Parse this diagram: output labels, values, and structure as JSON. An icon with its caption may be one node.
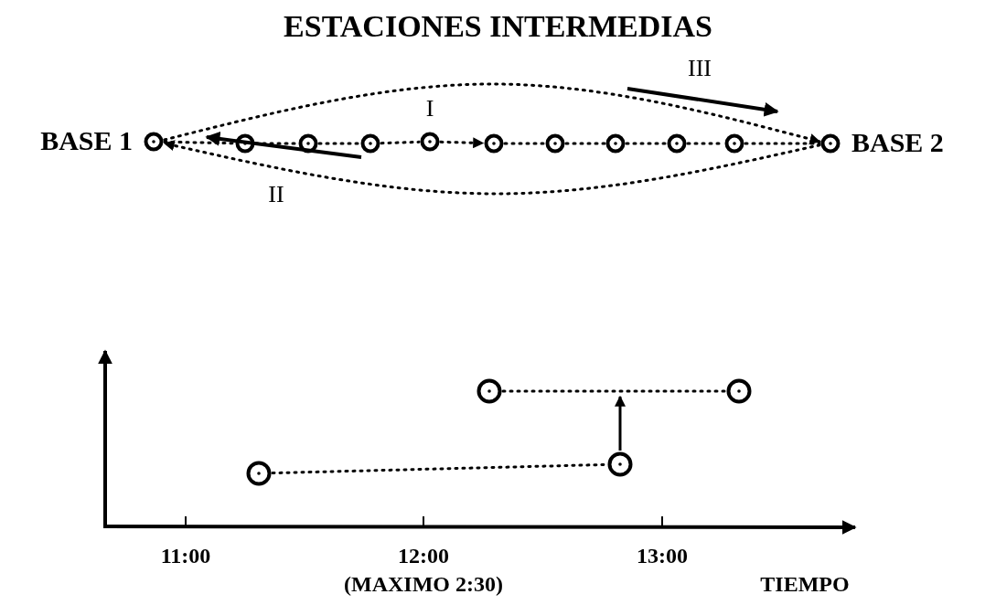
{
  "diagram": {
    "title": "ESTACIONES INTERMEDIAS",
    "nodes": [
      {
        "text": [],
        "shape": "circle",
        "beside": [
          "BASE 1"
        ]
      },
      {
        "text": [],
        "shape": "circle"
      },
      {
        "text": [],
        "shape": "circle"
      },
      {
        "text": [],
        "shape": "circle"
      },
      {
        "text": [],
        "shape": "circle"
      },
      {
        "text": [],
        "shape": "circle"
      },
      {
        "text": [],
        "shape": "circle"
      },
      {
        "text": [],
        "shape": "circle"
      },
      {
        "text": [],
        "shape": "circle"
      },
      {
        "text": [],
        "shape": "circle"
      },
      {
        "text": [],
        "shape": "circle",
        "beside": [
          "BASE 2"
        ]
      },
      {
        "text": [],
        "shape": "circle"
      },
      {
        "text": [],
        "shape": "circle"
      },
      {
        "text": [],
        "shape": "circle"
      },
      {
        "text": [],
        "shape": "circle"
      }
    ],
    "edges": [
      {
        "from": 0,
        "to": 1,
        "arrow": "none",
        "style": "dashed"
      },
      {
        "from": 1,
        "to": 2,
        "arrow": "none",
        "style": "dashed"
      },
      {
        "from": 2,
        "to": 3,
        "arrow": "none",
        "style": "dashed"
      },
      {
        "from": 3,
        "to": 4,
        "arrow": "none",
        "style": "dashed"
      },
      {
        "from": 4,
        "to": 5,
        "arrow": "to",
        "style": "dashed",
        "label": "I"
      },
      {
        "from": 5,
        "to": 6,
        "arrow": "none",
        "style": "dashed"
      },
      {
        "from": 6,
        "to": 7,
        "arrow": "none",
        "style": "dashed"
      },
      {
        "from": 7,
        "to": 8,
        "arrow": "none",
        "style": "dashed"
      },
      {
        "from": 8,
        "to": 9,
        "arrow": "none",
        "style": "dashed"
      },
      {
        "from": 9,
        "to": 10,
        "arrow": "none",
        "style": "dashed"
      },
      {
        "from": 10,
        "to": 0,
        "arrow": "to",
        "style": "dashed",
        "label": "II"
      },
      {
        "from": 0,
        "to": 10,
        "arrow": "to",
        "style": "dashed",
        "label": "III"
      },
      {
        "from": 11,
        "to": 12,
        "arrow": "none",
        "style": "dashed"
      },
      {
        "from": 13,
        "to": 14,
        "arrow": "none",
        "style": "dashed"
      },
      {
        "from": 12,
        "to": null,
        "arrow": "to"
      }
    ],
    "labels": [
      "11:00",
      "12:00",
      "13:00",
      "(MAXIMO 2:30)",
      "TIEMPO"
    ]
  }
}
